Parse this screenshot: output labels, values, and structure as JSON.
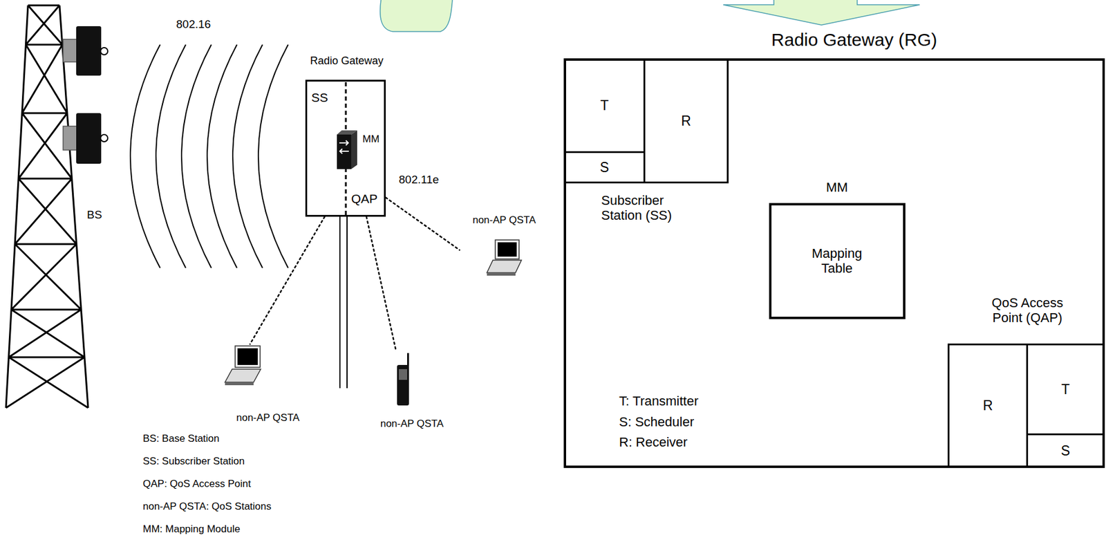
{
  "diagram": {
    "nodes": [
      {
        "text": [
          "Radio Gateway",
          "SS",
          "MM",
          "QAP"
        ]
      },
      {
        "text": [
          "non-AP QSTA"
        ]
      },
      {
        "text": [
          "non-AP QSTA"
        ]
      },
      {
        "text": [
          "non-AP QSTA"
        ]
      },
      {
        "text": [
          "Radio Gateway (RG)"
        ]
      },
      {
        "text": [
          "Subscriber Station (SS)"
        ],
        "in": 4
      },
      {
        "text": [
          "T"
        ],
        "in": 5
      },
      {
        "text": [
          "S"
        ],
        "in": 5
      },
      {
        "text": [
          "R"
        ],
        "in": 5
      },
      {
        "text": [
          "MM",
          "Mapping Table"
        ],
        "in": 4
      },
      {
        "text": [
          "QoS Access Point (QAP)"
        ],
        "in": 4
      },
      {
        "text": [
          "R"
        ],
        "in": 10
      },
      {
        "text": [
          "T"
        ],
        "in": 10
      },
      {
        "text": [
          "S"
        ],
        "in": 10
      }
    ],
    "edges": [
      {
        "from": 0,
        "to": 1,
        "arrow": "none"
      },
      {
        "from": 0,
        "to": 2,
        "arrow": "none"
      },
      {
        "from": 0,
        "to": 3,
        "arrow": "none"
      }
    ],
    "labels": [
      "802.16",
      "BS",
      "802.11e",
      "BS: Base Station",
      "SS: Subscriber Station",
      "QAP: QoS Access Point",
      "non-AP QSTA: QoS Stations",
      "MM: Mapping Module",
      "T: Transmitter",
      "S: Scheduler",
      "R: Receiver"
    ]
  }
}
